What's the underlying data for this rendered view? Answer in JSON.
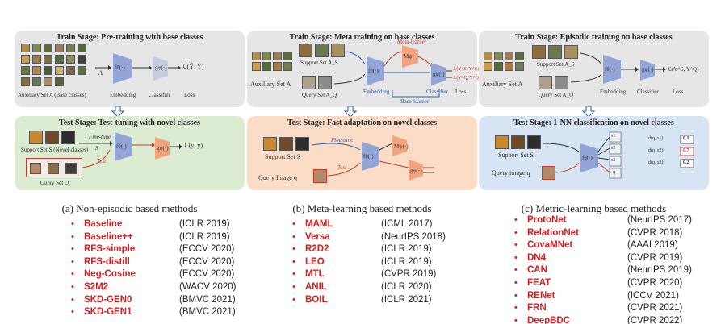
{
  "panel_a": {
    "train_title": "Train Stage: Pre-training with base classes",
    "train_labels": {
      "aux": "Auxiliary Set A (Base classes)",
      "a_var": "A",
      "f": "fθ(·)",
      "g": "gφ(·)",
      "loss_eq": "ℒ(Ŷ, Y)",
      "embedding": "Embedding",
      "classifier": "Classifier",
      "loss": "Loss"
    },
    "test_title": "Test Stage: Test-tuning with novel classes",
    "test_labels": {
      "fine_tune": "Fine-tune",
      "s_var": "S",
      "support": "Support Set S (Novel classes)",
      "test": "Test",
      "query": "Query Set Q",
      "f": "fθ(·)",
      "g": "gφ(·)",
      "loss_eq": "ℒ(ŷ, y)"
    },
    "caption": "(a)  Non-episodic based methods",
    "methods": [
      {
        "name": "Baseline",
        "venue": "(ICLR 2019)"
      },
      {
        "name": "Baseline++",
        "venue": "(ICLR 2019)"
      },
      {
        "name": "RFS-simple",
        "venue": "(ECCV 2020)"
      },
      {
        "name": "RFS-distill",
        "venue": "(ECCV 2020)"
      },
      {
        "name": "Neg-Cosine",
        "venue": "(ECCV 2020)"
      },
      {
        "name": "S2M2",
        "venue": "(WACV 2020)"
      },
      {
        "name": "SKD-GEN0",
        "venue": "(BMVC 2021)"
      },
      {
        "name": "SKD-GEN1",
        "venue": "(BMVC 2021)"
      }
    ]
  },
  "panel_b": {
    "train_title": "Train Stage: Meta training on base classes",
    "train_labels": {
      "aux": "Auxiliary Set A",
      "support": "Support Set A_S",
      "query": "Query Set A_Q",
      "f": "fθ(·)",
      "g": "gφ(·)",
      "meta_learner": "Meta-learner",
      "m": "Mψ(·)",
      "embedding": "Embedding",
      "classifier": "Classifier",
      "loss": "Loss",
      "base_learner": "Base-learner",
      "l1": "ℒ(Y^S, Y^S)",
      "l2": "ℒ(Y^Q, Y^Q)"
    },
    "test_title": "Test Stage: Fast adaptation on novel classes",
    "test_labels": {
      "support": "Support Set S",
      "query": "Query Image q",
      "fine_tune": "Fine-tune",
      "test": "Test",
      "f": "fθ(·)",
      "m": "Mψ(·)",
      "g": "gφ(·)"
    },
    "caption": "(b)  Meta-learning based methods",
    "methods": [
      {
        "name": "MAML",
        "venue": "(ICML 2017)"
      },
      {
        "name": "Versa",
        "venue": "(NeurIPS 2018)"
      },
      {
        "name": "R2D2",
        "venue": "(ICLR 2019)"
      },
      {
        "name": "LEO",
        "venue": "(ICLR 2019)"
      },
      {
        "name": "MTL",
        "venue": "(CVPR 2019)"
      },
      {
        "name": "ANIL",
        "venue": "(ICLR 2020)"
      },
      {
        "name": "BOIL",
        "venue": "(ICLR 2021)"
      }
    ]
  },
  "panel_c": {
    "train_title": "Train Stage: Episodic training on base classes",
    "train_labels": {
      "aux": "Auxiliary Set A",
      "support": "Support Set A_S",
      "query": "Query Set A_Q",
      "f": "fθ(·)",
      "g": "gφ(·)",
      "loss_eq": "ℒ(Y^S, Y^Q)",
      "embedding": "Embedding",
      "classifier": "Classifier",
      "loss": "Loss"
    },
    "test_title": "Test Stage: 1-NN classification on novel classes",
    "test_labels": {
      "support": "Support Set S",
      "query": "Query image q",
      "f": "fθ(·)",
      "s1": "s1",
      "s2": "s2",
      "s3": "s3",
      "q": "q",
      "d1": "d(q, s1)",
      "d2": "d(q, s2)",
      "d3": "d(q, s3)",
      "v1": "0.1",
      "v2": "0.7",
      "v3": "0.2"
    },
    "caption": "(c)  Metric-learning based methods",
    "methods": [
      {
        "name": "ProtoNet",
        "venue": "(NeurIPS 2017)"
      },
      {
        "name": "RelationNet",
        "venue": "(CVPR 2018)"
      },
      {
        "name": "CovaMNet",
        "venue": "(AAAI 2019)"
      },
      {
        "name": "DN4",
        "venue": "(CVPR 2019)"
      },
      {
        "name": "CAN",
        "venue": "(NeurIPS 2019)"
      },
      {
        "name": "FEAT",
        "venue": "(CVPR 2020)"
      },
      {
        "name": "RENet",
        "venue": "(ICCV 2021)"
      },
      {
        "name": "FRN",
        "venue": "(CVPR 2021)"
      },
      {
        "name": "DeepBDC",
        "venue": "(CVPR 2022)"
      }
    ]
  },
  "colors": {
    "train_bg": "#e6e6e6",
    "test_a_bg": "#dcecd2",
    "test_b_bg": "#fbdcc6",
    "test_c_bg": "#d6e4f3",
    "encoder": "#93a5d6",
    "classifier_orange": "#f2a47f",
    "method_red": "#d71e1e",
    "arrow_blue": "#2b5fae"
  }
}
